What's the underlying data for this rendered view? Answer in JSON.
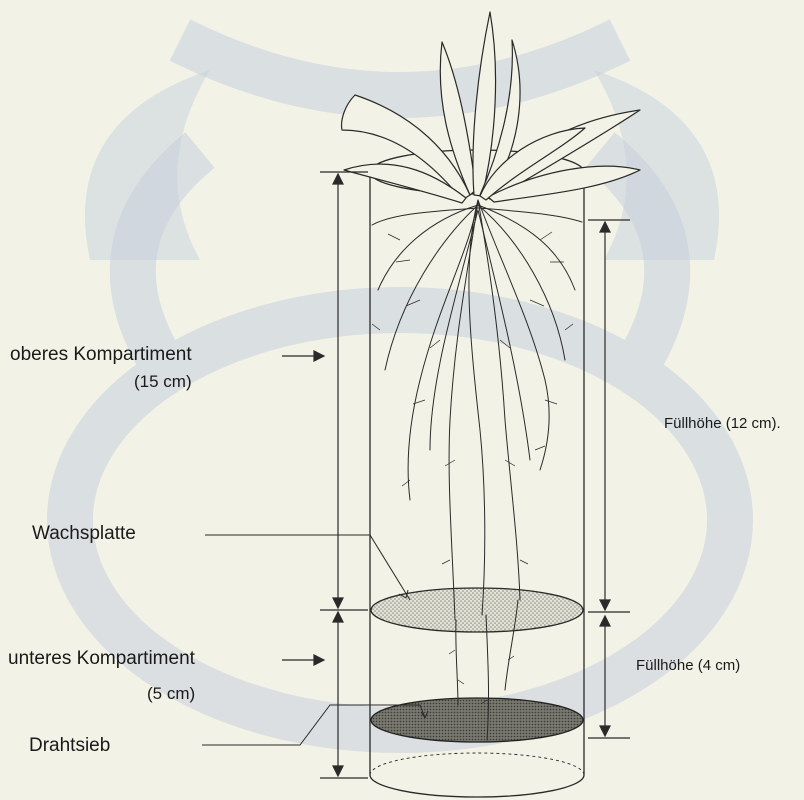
{
  "labels": {
    "upper_compartment": "oberes Kompartiment",
    "upper_size": "(15 cm)",
    "wax_plate": "Wachsplatte",
    "lower_compartment": "unteres Kompartiment",
    "lower_size": "(5 cm)",
    "wire_mesh": "Drahtsieb",
    "fill_height_upper": "Füllhöhe (12 cm).",
    "fill_height_lower": "Füllhöhe (4 cm)"
  },
  "colors": {
    "background": "#f3f2e6",
    "watermark": "#bcc8d8",
    "line": "#222222",
    "wax_plate": "#d9d9cc",
    "wire_mesh": "#6f6f66"
  }
}
